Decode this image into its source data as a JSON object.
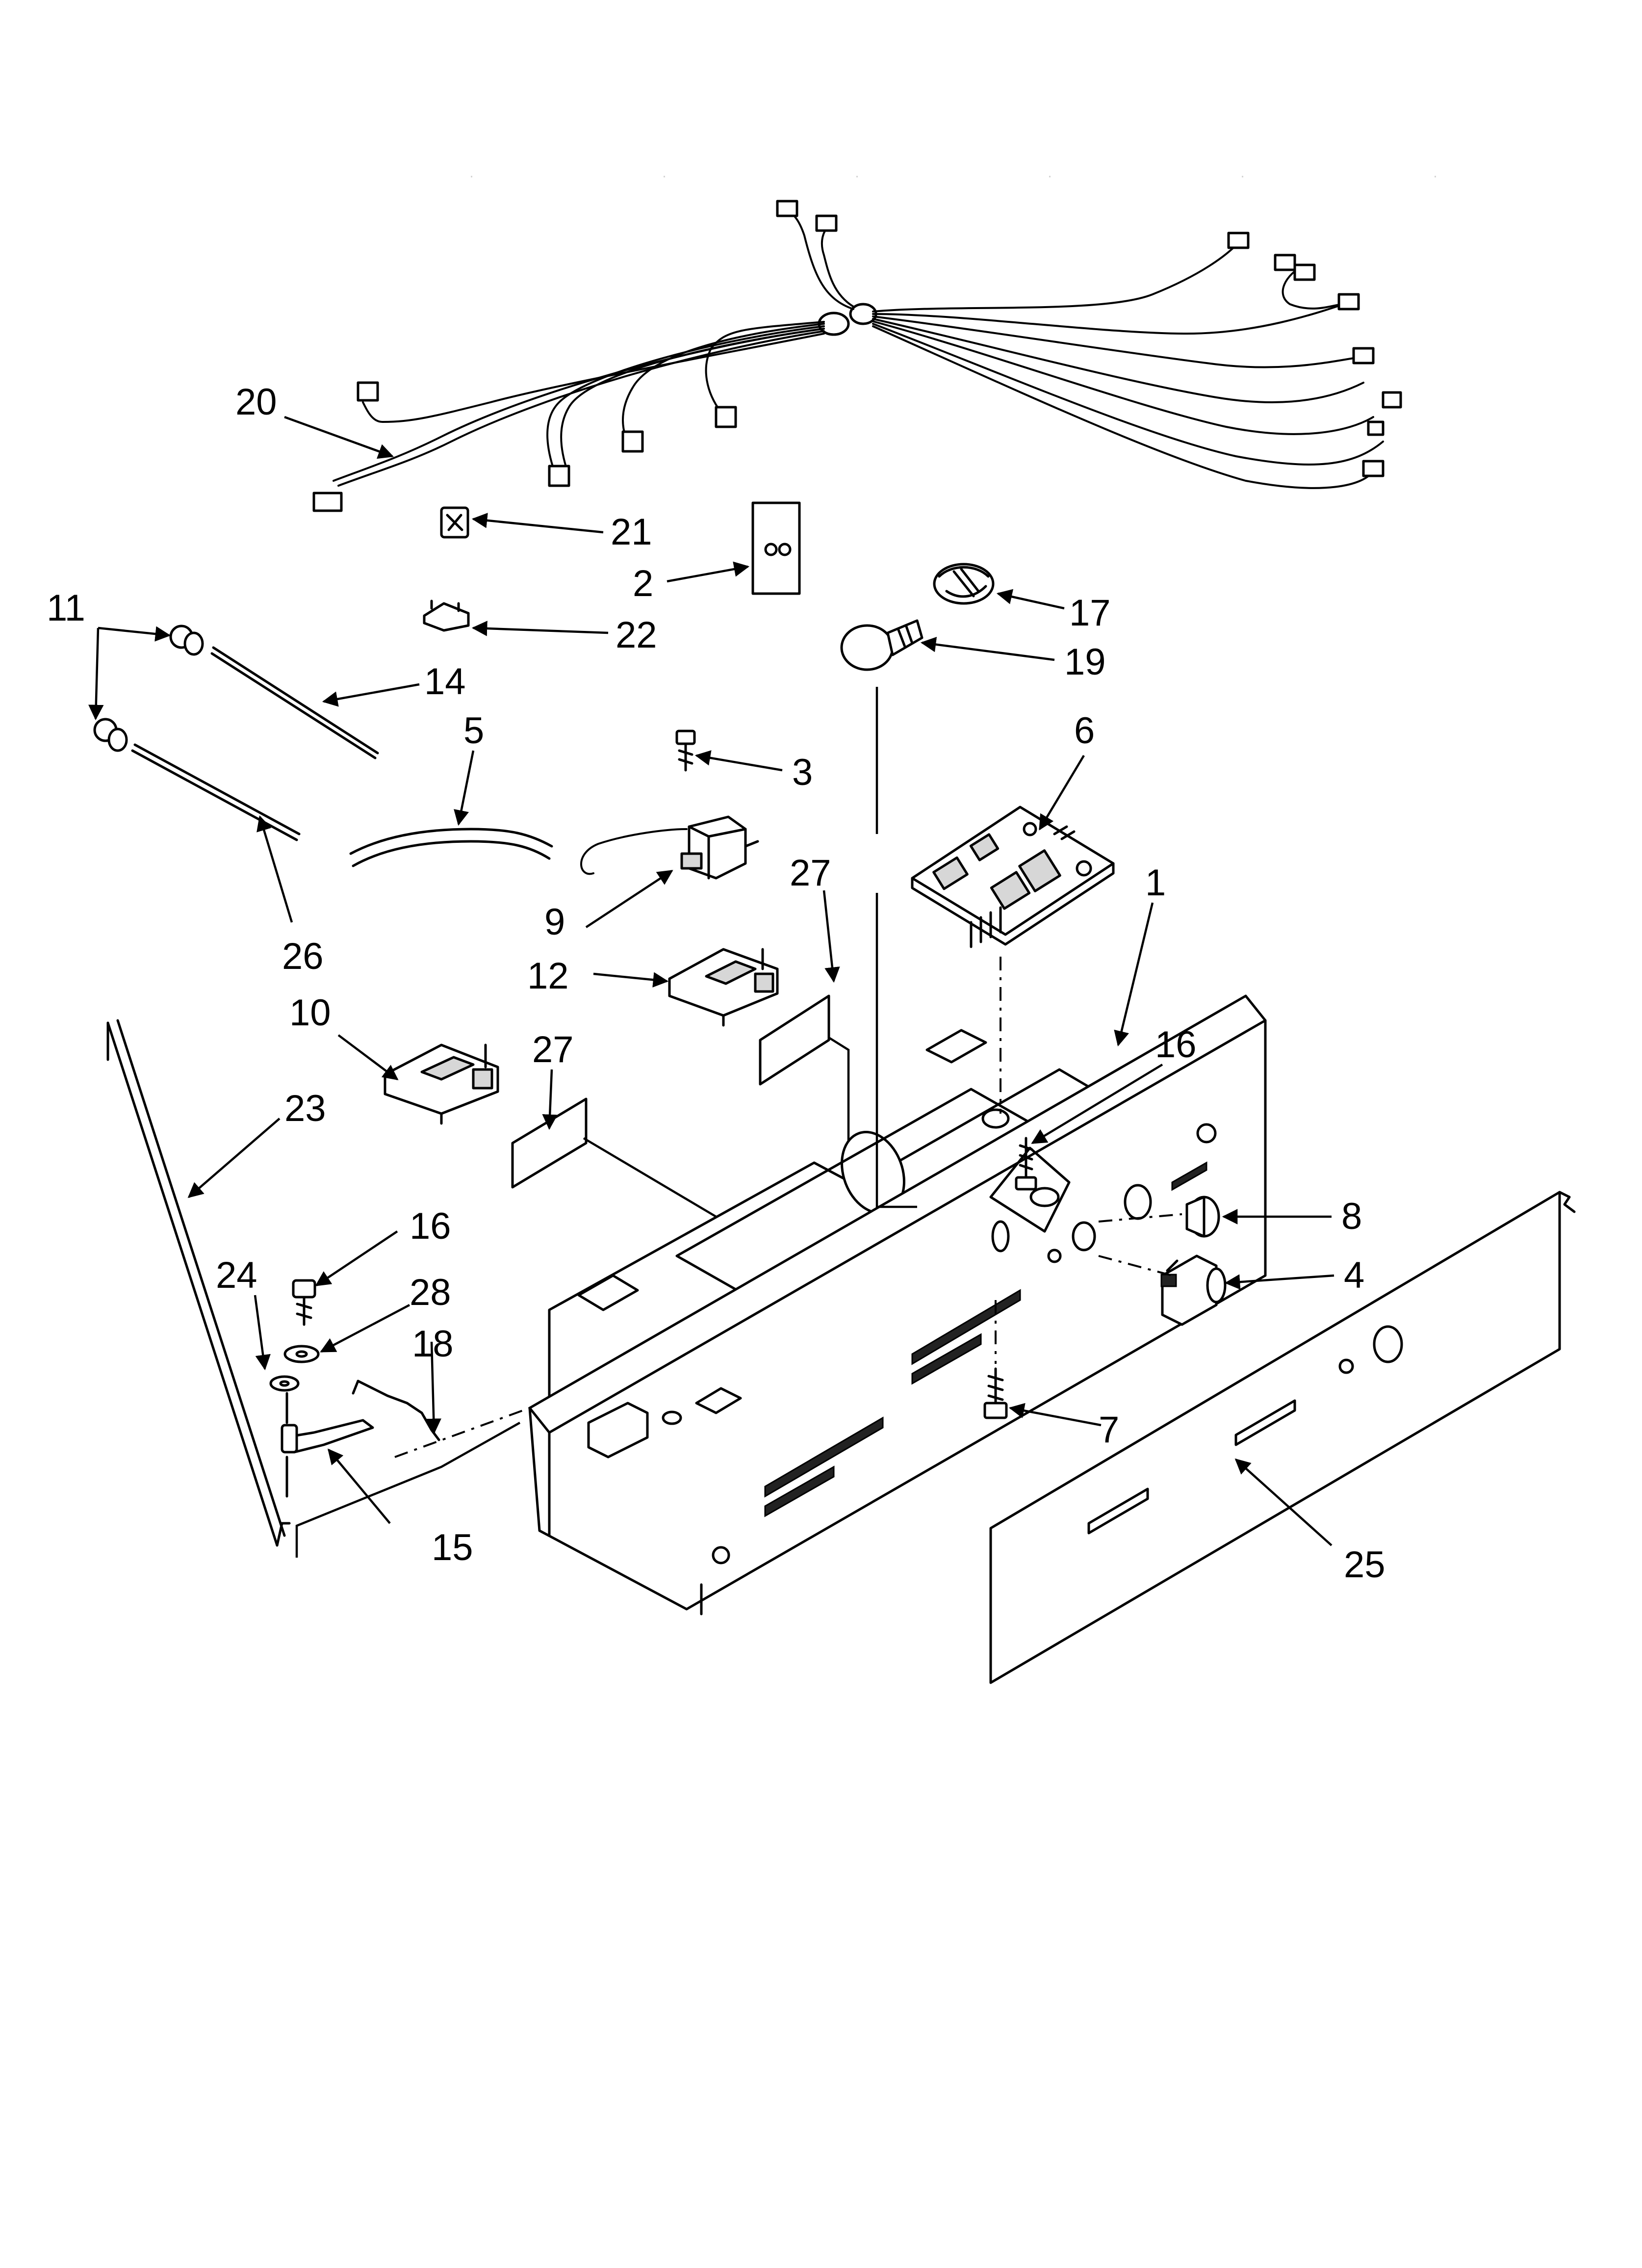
{
  "diagram": {
    "callouts": [
      {
        "id": "c20",
        "label": "20"
      },
      {
        "id": "c21",
        "label": "21"
      },
      {
        "id": "c2",
        "label": "2"
      },
      {
        "id": "c17",
        "label": "17"
      },
      {
        "id": "c19",
        "label": "19"
      },
      {
        "id": "c11",
        "label": "11"
      },
      {
        "id": "c22",
        "label": "22"
      },
      {
        "id": "c14",
        "label": "14"
      },
      {
        "id": "c5",
        "label": "5"
      },
      {
        "id": "c3",
        "label": "3"
      },
      {
        "id": "c6",
        "label": "6"
      },
      {
        "id": "c27a",
        "label": "27"
      },
      {
        "id": "c1",
        "label": "1"
      },
      {
        "id": "c9",
        "label": "9"
      },
      {
        "id": "c26",
        "label": "26"
      },
      {
        "id": "c12",
        "label": "12"
      },
      {
        "id": "c10",
        "label": "10"
      },
      {
        "id": "c27b",
        "label": "27"
      },
      {
        "id": "c16a",
        "label": "16"
      },
      {
        "id": "c23",
        "label": "23"
      },
      {
        "id": "c8",
        "label": "8"
      },
      {
        "id": "c16b",
        "label": "16"
      },
      {
        "id": "c4",
        "label": "4"
      },
      {
        "id": "c24",
        "label": "24"
      },
      {
        "id": "c28",
        "label": "28"
      },
      {
        "id": "c18",
        "label": "18"
      },
      {
        "id": "c7",
        "label": "7"
      },
      {
        "id": "c15",
        "label": "15"
      },
      {
        "id": "c25",
        "label": "25"
      }
    ]
  }
}
